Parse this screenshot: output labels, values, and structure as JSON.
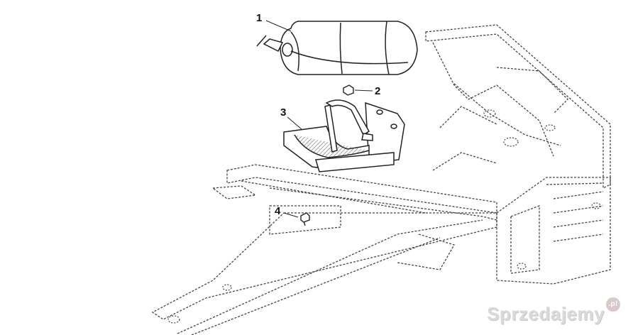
{
  "callouts": [
    {
      "id": "1",
      "label": "1"
    },
    {
      "id": "2",
      "label": "2"
    },
    {
      "id": "3",
      "label": "3"
    },
    {
      "id": "4",
      "label": "4"
    }
  ],
  "watermark": {
    "text": "Sprzedajemy",
    "badge": ".pl",
    "color": "#d9d9d9"
  },
  "parts": [
    {
      "callout": "1",
      "name": "gas-cylinder"
    },
    {
      "callout": "2",
      "name": "nut"
    },
    {
      "callout": "3",
      "name": "cylinder-bracket"
    },
    {
      "callout": "4",
      "name": "bolt"
    }
  ],
  "colors": {
    "line": "#222222",
    "frame_dash": "#444444",
    "background": "#ffffff"
  }
}
